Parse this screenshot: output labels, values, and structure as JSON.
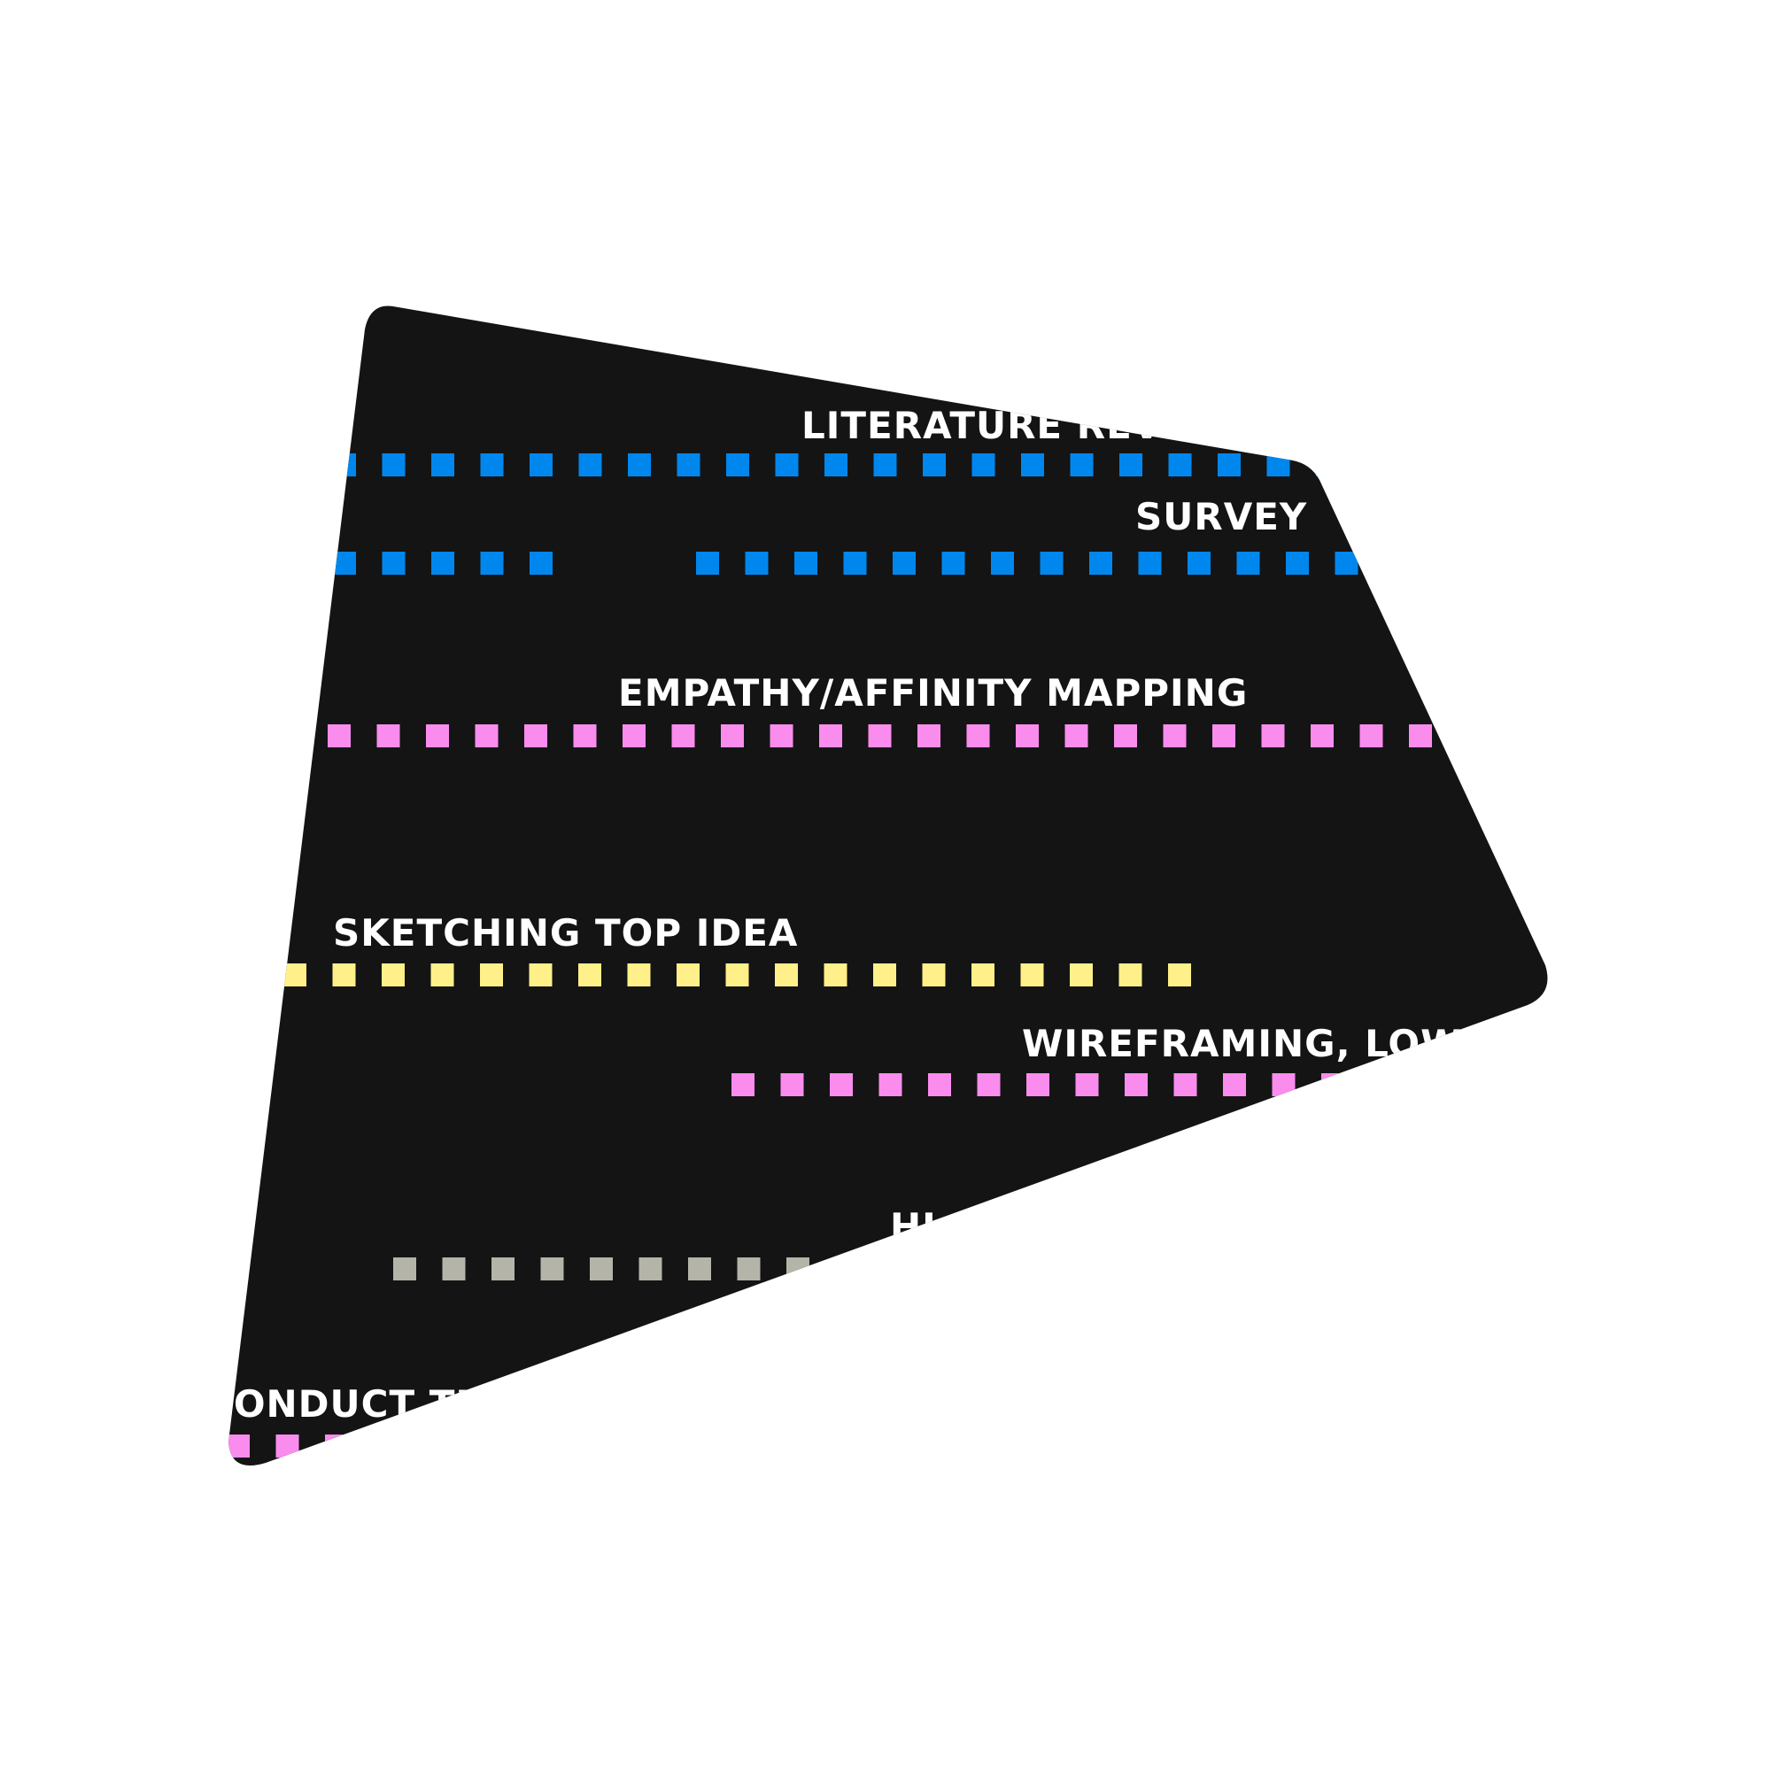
{
  "board": {
    "background_color": "#141414",
    "page_color": "#ffffff"
  },
  "palette": {
    "research_blue": "#0087ee",
    "define_pink": "#fa8cee",
    "ideate_yellow": "#fff089",
    "prototype_gray": "#b4b4a8"
  },
  "tasks": [
    {
      "id": "literature-review",
      "label": "LITERATURE REVIEW",
      "color": "#0087ee"
    },
    {
      "id": "survey",
      "label": "SURVEY",
      "color": "#0087ee"
    },
    {
      "id": "empathy-affinity-mapping",
      "label": "EMPATHY/AFFINITY MAPPING",
      "color": "#fa8cee"
    },
    {
      "id": "sketching-top-idea",
      "label": "SKETCHING TOP IDEA",
      "color": "#fff089"
    },
    {
      "id": "wireframing-low-fi",
      "label": "WIREFRAMING, LOW-FI",
      "color": "#fa8cee"
    },
    {
      "id": "hi-fi",
      "label": "HI-FI",
      "color": "#b4b4a8"
    },
    {
      "id": "conduct-testing",
      "label": "CONDUCT TESTING",
      "color": "#fa8cee"
    }
  ]
}
